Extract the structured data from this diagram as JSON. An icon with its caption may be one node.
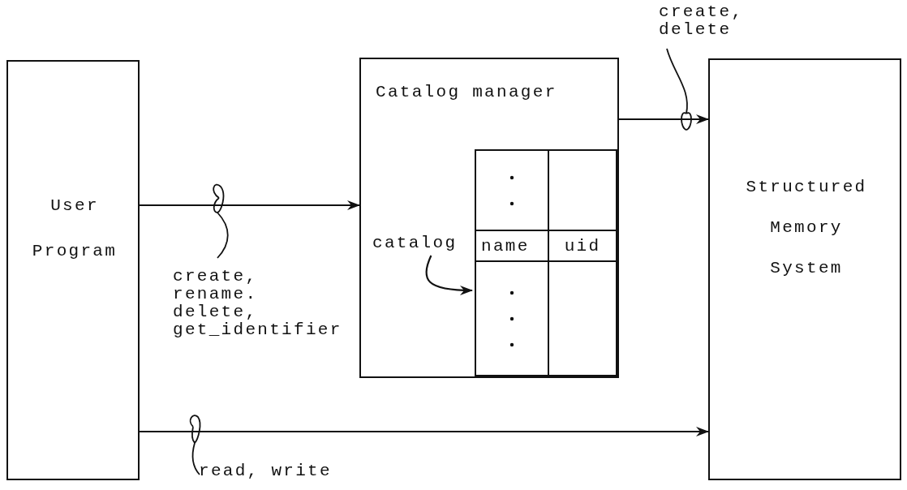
{
  "diagram": {
    "nodes": [
      {
        "text": [
          "User Program"
        ]
      },
      {
        "text": [
          "Catalog manager"
        ]
      },
      {
        "text": [
          "name",
          "uid"
        ],
        "in": 1
      },
      {
        "text": [
          "catalog"
        ],
        "in": 1
      },
      {
        "text": [
          "Structured Memory System"
        ]
      }
    ],
    "edges": [
      {
        "from": 0,
        "to": 1,
        "arrow": "to",
        "label": "create, rename. delete, get_identifier"
      },
      {
        "from": 1,
        "to": 4,
        "arrow": "to",
        "label": "create, delete"
      },
      {
        "from": 0,
        "to": 4,
        "arrow": "to",
        "label": "read, write"
      },
      {
        "from": 3,
        "to": 2,
        "arrow": "to"
      }
    ]
  }
}
